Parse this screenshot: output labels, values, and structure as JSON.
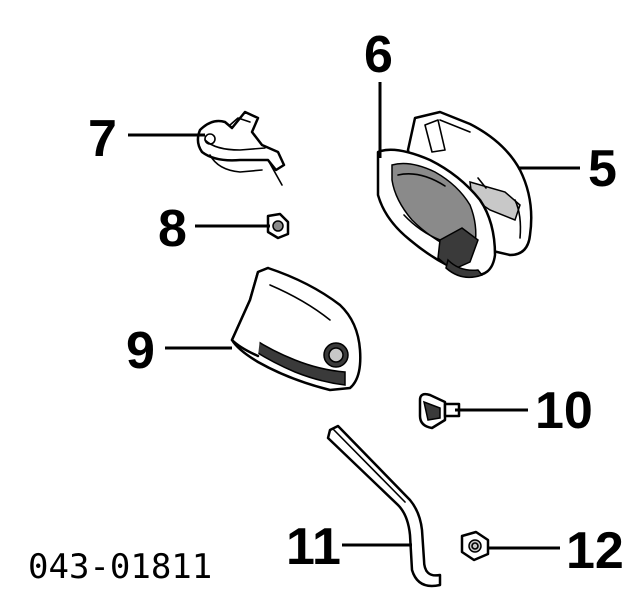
{
  "callouts": {
    "c5": "5",
    "c6": "6",
    "c7": "7",
    "c8": "8",
    "c9": "9",
    "c10": "10",
    "c11": "11",
    "c12": "12"
  },
  "drawing_code": "043-01811"
}
